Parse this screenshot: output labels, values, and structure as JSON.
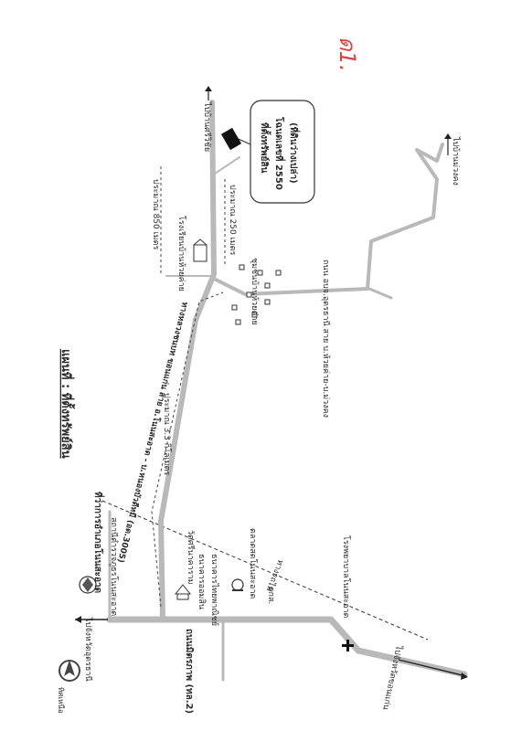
{
  "title": "แผนที่ : ที่ตั้งทรัพย์สิน",
  "page_mark": "ด1.",
  "north_label": "ทิศเหนือ",
  "property": {
    "line1": "ที่ตั้งทรัพย์สิน",
    "line2": "โฉนดเลขที่ 2550",
    "line3": "(ที่ดินว่างเปล่า)"
  },
  "roads": {
    "main_highway": "ถนนมิตรภาพ (ทล.2)",
    "local_road": "ทางหลวงชนบท ขอนแก่น สาย อ.โนนสะอาด - บ.หนองบัวดีหมี (อด.3005)",
    "sub_road": "ถนน อบจ.อุดรธานี สาย บ.ห้วยค่าย-บ.ม่วงคง",
    "railway": "ทางรถไฟ"
  },
  "distances": {
    "d1": "ประมาณ 3.3 กิโลเมตร",
    "d2": "ประมาณ 850 เมตร",
    "d3": "ประมาณ 250 เมตร"
  },
  "directions": {
    "to_udon": "ไปจังหวัดอุดรธานี",
    "to_khonkaen": "ไปจังหวัดขอนแก่น",
    "to_sriwichai": "ไปบ้านศรีวิชัย",
    "to_muangkhong": "ไปบ้านม่วงคง"
  },
  "places": {
    "district_office": "ที่ว่าการอำเภอโนนสะอาด",
    "land_office": "สถานีตำรวจภูธรโนนสะอาด",
    "temple": "วัดศรีนาคาราม",
    "bank1": "ธนาคารออมสิน",
    "bank2": "ธนาคารไทยพาณิชย์",
    "market": "ตลาดสดโนนสะอาด",
    "baac": "ธกส.",
    "hospital": "โรงพยาบาลโนนสะอาด",
    "school": "โรงเรียนบ้านห้วยค่าย",
    "community": "ชุมชนบ้านห้วยค่าย"
  }
}
